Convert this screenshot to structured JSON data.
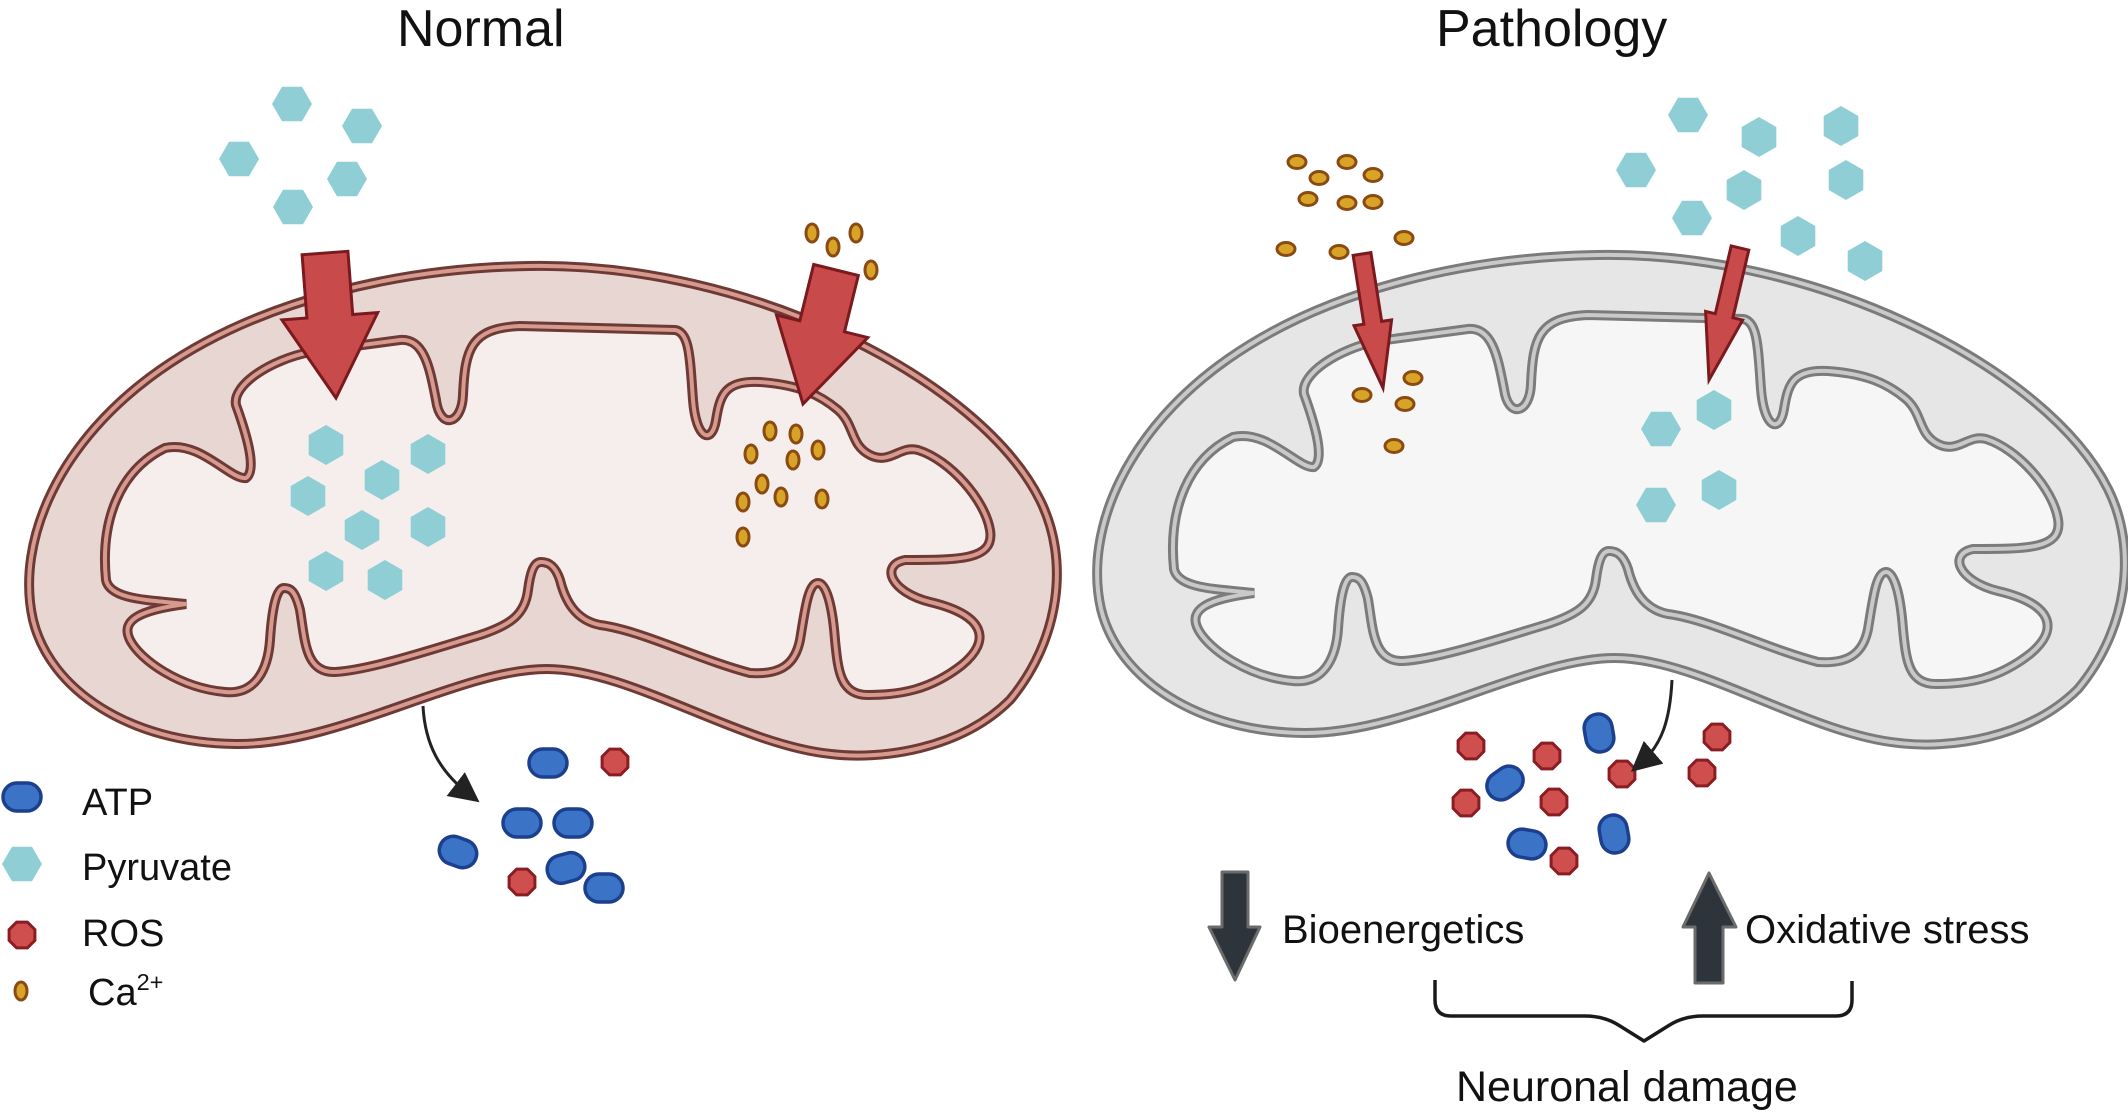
{
  "figure": {
    "panels": [
      {
        "id": "normal",
        "title": "Normal",
        "state": "healthy mitochondrion",
        "influx": {
          "pyruvate_outside": 5,
          "pyruvate_inside": 8,
          "calcium_outside": 4,
          "calcium_inside": 10,
          "arrow_style": "wide"
        },
        "output": {
          "atp_count": 6,
          "ros_count": 2
        }
      },
      {
        "id": "pathology",
        "title": "Pathology",
        "state": "dysfunctional mitochondrion",
        "influx": {
          "pyruvate_outside": 9,
          "pyruvate_inside": 4,
          "calcium_outside": 10,
          "calcium_inside": 4,
          "arrow_style": "narrow"
        },
        "output": {
          "atp_count": 4,
          "ros_count": 8
        }
      }
    ],
    "legend": [
      {
        "key": "atp",
        "label": "ATP",
        "icon": "atp-pill-icon"
      },
      {
        "key": "pyruvate",
        "label": "Pyruvate",
        "icon": "pyruvate-hexagon-icon"
      },
      {
        "key": "ros",
        "label": "ROS",
        "icon": "ros-octagon-icon"
      },
      {
        "key": "calcium",
        "label": "Ca",
        "superscript": "2+",
        "icon": "calcium-oval-icon"
      }
    ],
    "effects": {
      "bioenergetics": {
        "label": "Bioenergetics",
        "direction": "down",
        "icon": "down-arrow-icon"
      },
      "oxidative_stress": {
        "label": "Oxidative stress",
        "direction": "up",
        "icon": "up-arrow-icon"
      },
      "outcome": {
        "label": "Neuronal damage",
        "icon": "brace-icon"
      }
    },
    "colors": {
      "normal_membrane_dark": "#6e3a36",
      "normal_membrane_light": "#d69a8f",
      "normal_intermembrane": "#e8d6d2",
      "normal_matrix": "#f6eeec",
      "pathology_membrane_dark": "#7b7b7b",
      "pathology_membrane_light": "#c9c9c9",
      "pathology_intermembrane": "#e6e6e6",
      "pathology_matrix": "#f6f6f6",
      "influx_arrow_fill": "#c94a4a",
      "influx_arrow_stroke": "#7a1a1f",
      "atp_fill": "#3b74c6",
      "atp_stroke": "#1c3f8e",
      "pyruvate_fill": "#8fced5",
      "ros_fill": "#cf4f4f",
      "ros_stroke": "#8a1c22",
      "calcium_fill": "#d8a428",
      "calcium_stroke": "#8a4a12",
      "effect_arrow_fill": "#2d343c",
      "effect_arrow_stroke": "#6b6b6b",
      "text": "#111111"
    }
  }
}
